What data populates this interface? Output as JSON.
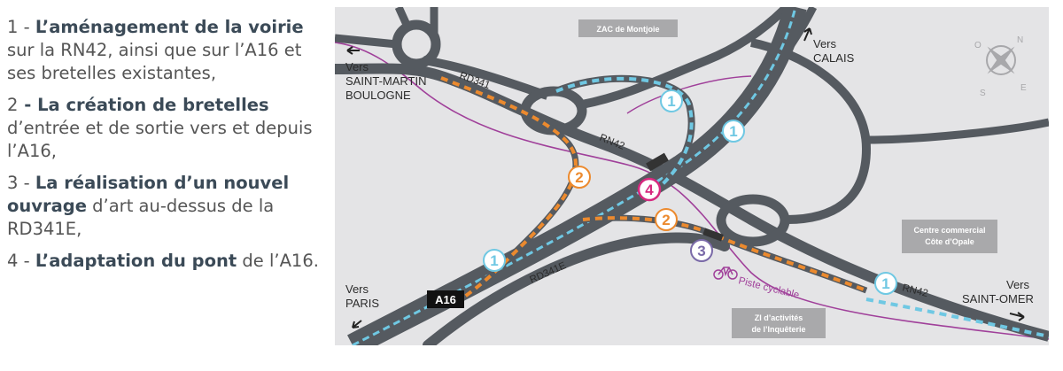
{
  "legend": {
    "items": [
      {
        "number": "1",
        "sep": " - ",
        "bold": "L’aménagement de la voirie",
        "rest": " sur la RN42, ainsi que sur l’A16 et ses bretelles existantes,"
      },
      {
        "number": "2",
        "sep": " - ",
        "bold": "La création de bretelles",
        "rest": " d’entrée et de sortie vers et depuis l’A16,"
      },
      {
        "number": "3",
        "sep": " - ",
        "bold": "La réalisation d’un nouvel ouvrage",
        "rest": " d’art au-dessus de la RD341E,"
      },
      {
        "number": "4",
        "sep": " - ",
        "bold": "L’adaptation du pont",
        "rest": " de l’A16."
      }
    ]
  },
  "map": {
    "places": {
      "zac": "ZAC de Montjoie",
      "vers_calais": "Vers",
      "calais": "CALAIS",
      "vers_sm": "Vers",
      "saint_martin": "SAINT-MARTIN",
      "boulogne": "BOULOGNE",
      "vers_paris": "Vers",
      "paris": "PARIS",
      "vers_so": "Vers",
      "saint_omer": "SAINT-OMER",
      "centre_1": "Centre commercial",
      "centre_2": "Côte d’Opale",
      "zi_1": "ZI d’activités",
      "zi_2": "de l’Inquêterie"
    },
    "roads": {
      "rd341": "RD341",
      "rn42_a": "RN42",
      "rn42_b": "RN42",
      "rd341e": "RD341E",
      "a16": "A16",
      "piste": "Piste cyclable"
    },
    "markers": {
      "m1a": "1",
      "m1b": "1",
      "m1c": "1",
      "m1d": "1",
      "m2a": "2",
      "m2b": "2",
      "m3": "3",
      "m4": "4"
    },
    "compass": [
      "O",
      "N",
      "E",
      "S"
    ],
    "colors": {
      "road": "#555a60",
      "background": "#e4e4e6",
      "blue_works": "#6fc8e3",
      "orange_works": "#ec8a2e",
      "purple_works": "#7a6aa8",
      "pink_works": "#d6287f",
      "cycle_path": "#a0409a"
    }
  }
}
